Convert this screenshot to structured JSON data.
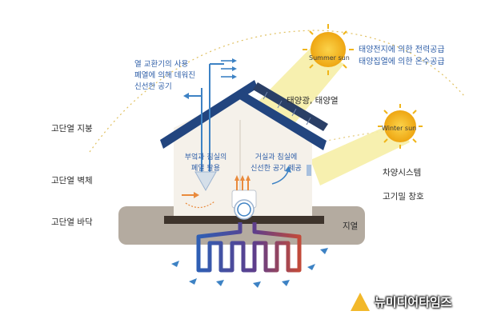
{
  "labels": {
    "roof_insulation": "고단열 지붕",
    "wall_insulation": "고단열 벽체",
    "floor_insulation": "고단열 바닥",
    "ground": "지열",
    "solar_heat": "태양광, 태양열",
    "shading": "차양시스템",
    "airtight_window": "고기밀 창호",
    "summer_sun": "Summer sun",
    "winter_sun": "Winter sun",
    "solar_power_1": "태양전지에 의한 전력공급",
    "solar_power_2": "태양집열에 의한 온수공급",
    "vent_1": "열 교환기의 사용",
    "vent_2": "폐열에 의해 데워진",
    "vent_3": "신선한 공기",
    "kitchen_1": "부엌과 침실의",
    "kitchen_2": "폐열 활용",
    "living_1": "거실과 침실에",
    "living_2": "신선한 공기 제공"
  },
  "logo": {
    "text": "뉴미디어타임즈"
  },
  "colors": {
    "roof": "#22457f",
    "ground": "#b4aba0",
    "sunbeam": "#f6eea6",
    "sun": "#f0b519",
    "arrow_blue": "#3d82c4",
    "arrow_orange": "#e98a3c",
    "pipe_blue": "#2f5fb4",
    "pipe_red": "#c24a3a",
    "text_blue": "#2f5fa8"
  }
}
